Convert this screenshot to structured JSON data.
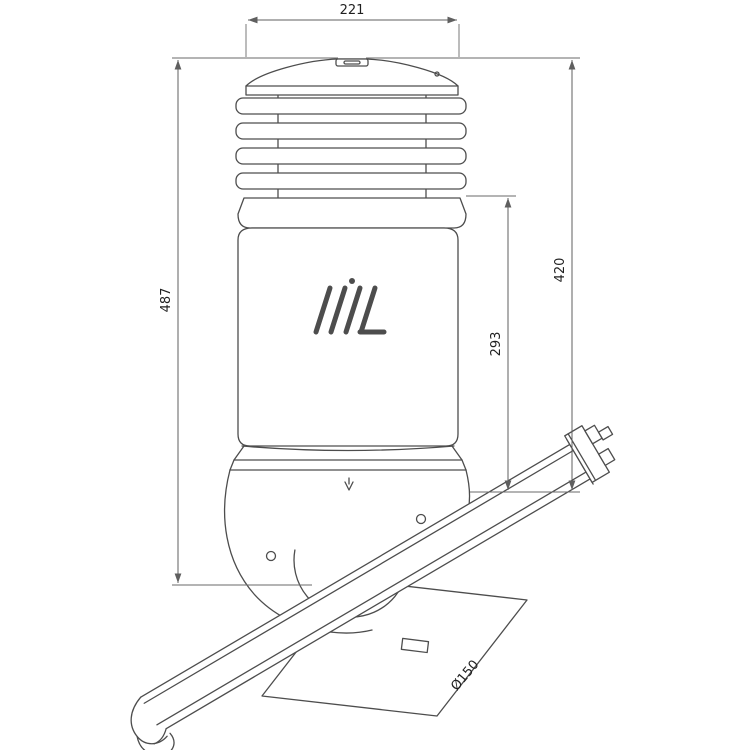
{
  "drawing": {
    "dims": {
      "top_width": "221",
      "overall_height": "487",
      "right_height": "420",
      "mid_height": "293",
      "pipe_diameter": "Ø150"
    },
    "colors": {
      "object_line": "#4d4d4d",
      "dimension_line": "#5f5f5f",
      "label_text": "#1f1f1f",
      "background": "#ffffff"
    }
  }
}
